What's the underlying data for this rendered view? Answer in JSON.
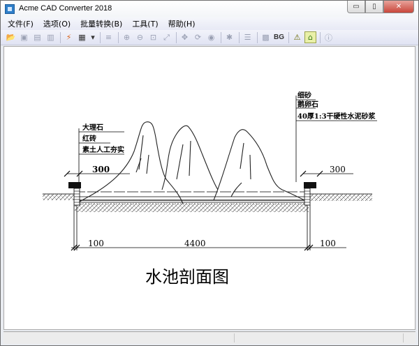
{
  "window": {
    "title": "Acme CAD Converter 2018",
    "controls": {
      "minimize": "▭",
      "maximize": "▯",
      "close": "✕"
    }
  },
  "menu": {
    "items": [
      "文件(F)",
      "选项(O)",
      "批量转换(B)",
      "工具(T)",
      "帮助(H)"
    ]
  },
  "toolbar": {
    "buttons": [
      {
        "name": "open-icon",
        "glyph": "📂",
        "enabled": true
      },
      {
        "name": "save-icon",
        "glyph": "▣",
        "enabled": false
      },
      {
        "name": "print-icon",
        "glyph": "▤",
        "enabled": false
      },
      {
        "name": "print-preview-icon",
        "glyph": "▥",
        "enabled": false
      },
      {
        "name": "convert-icon",
        "glyph": "⚡",
        "enabled": true
      },
      {
        "name": "batch-icon",
        "glyph": "▦",
        "enabled": true
      },
      {
        "name": "dropdown-icon",
        "glyph": "▾",
        "enabled": true
      },
      {
        "name": "layers-icon",
        "glyph": "≡",
        "enabled": false
      },
      {
        "name": "zoom-in-icon",
        "glyph": "⊕",
        "enabled": false
      },
      {
        "name": "zoom-out-icon",
        "glyph": "⊖",
        "enabled": false
      },
      {
        "name": "zoom-window-icon",
        "glyph": "⊡",
        "enabled": false
      },
      {
        "name": "zoom-extents-icon",
        "glyph": "⤢",
        "enabled": false
      },
      {
        "name": "pan-icon",
        "glyph": "✥",
        "enabled": false
      },
      {
        "name": "rotate-icon",
        "glyph": "⟳",
        "enabled": false
      },
      {
        "name": "view-icon",
        "glyph": "◉",
        "enabled": false
      },
      {
        "name": "settings-icon",
        "glyph": "✱",
        "enabled": false
      },
      {
        "name": "text-icon",
        "glyph": "☰",
        "enabled": false
      },
      {
        "name": "color-icon",
        "glyph": "▩",
        "enabled": false
      }
    ],
    "bg_label": "BG",
    "extra": [
      {
        "name": "warning-icon",
        "glyph": "⚠"
      },
      {
        "name": "home-icon",
        "glyph": "⌂"
      },
      {
        "name": "info-icon",
        "glyph": "ⓘ"
      }
    ]
  },
  "drawing": {
    "title": "水池剖面图",
    "left_labels": [
      "大理石",
      "红砖",
      "素土人工夯实"
    ],
    "right_labels": [
      "细砂",
      "鹅卵石",
      "40厚1:3干硬性水泥砂浆"
    ],
    "dimensions": {
      "left_top": "300",
      "right_top": "300",
      "bottom_left": "100",
      "bottom_center": "4400",
      "bottom_right": "100"
    }
  },
  "statusbar": {
    "text": ""
  }
}
